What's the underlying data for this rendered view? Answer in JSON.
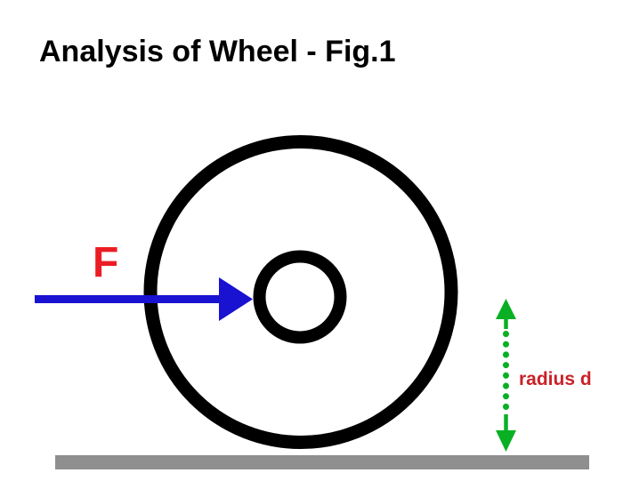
{
  "title": "Analysis of Wheel - Fig.1",
  "labels": {
    "force": "F",
    "radius": "radius d"
  },
  "colors": {
    "title": "#000000",
    "wheel": "#000000",
    "hub": "#000000",
    "force_arrow": "#1912D1",
    "force_label": "#EC1C24",
    "radius_arrow": "#09B024",
    "radius_label": "#CA2128",
    "ground": "#8F8F8F"
  }
}
